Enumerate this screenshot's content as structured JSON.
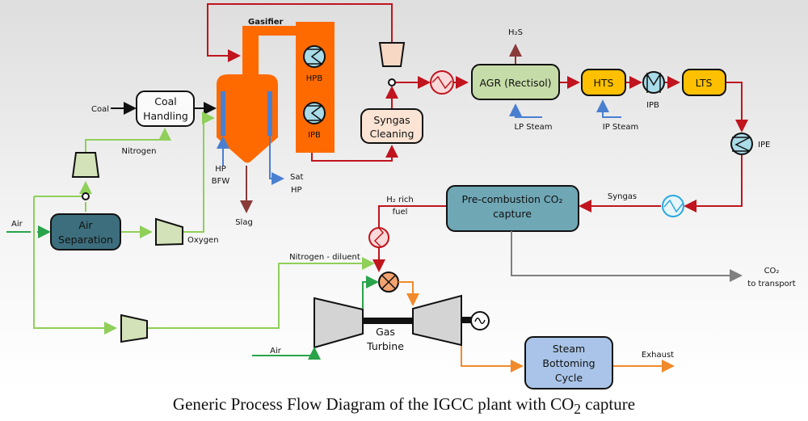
{
  "title": "Gasifier",
  "caption": {
    "main": "Generic Process Flow Diagram of the IGCC plant with CO",
    "sub": "2",
    "end": " capture"
  },
  "blocks": {
    "coal_handling": [
      "Coal",
      "Handling"
    ],
    "air_separation": [
      "Air",
      "Separation"
    ],
    "syngas_cleaning": [
      "Syngas",
      "Cleaning"
    ],
    "agr": "AGR (Rectisol)",
    "hts": "HTS",
    "lts": "LTS",
    "precomb": [
      "Pre-combustion CO₂",
      "capture"
    ],
    "steam_bottoming": [
      "Steam",
      "Bottoming",
      "Cycle"
    ],
    "gas_turbine": [
      "Gas",
      "Turbine"
    ]
  },
  "labels": {
    "coal": "Coal",
    "nitrogen": "Nitrogen",
    "air1": "Air",
    "oxygen": "Oxygen",
    "hp_bfw": [
      "HP",
      "BFW"
    ],
    "sat_hp": [
      "Sat",
      "HP"
    ],
    "slag": "Slag",
    "hpb": "HPB",
    "ipb_gas": "IPB",
    "h2s": "H₂S",
    "lp_steam": "LP Steam",
    "ip_steam": "IP Steam",
    "ipb": "IPB",
    "ipe": "IPE",
    "syngas": "Syngas",
    "h2_rich": [
      "H₂ rich",
      "fuel"
    ],
    "nitrogen_diluent": "Nitrogen - diluent",
    "co2_transport": [
      "CO₂",
      "to transport"
    ],
    "air2": "Air",
    "exhaust": "Exhaust"
  },
  "colors": {
    "syngas": "#c0141e",
    "water": "#4a7fd0",
    "n2": "#8fcf5a",
    "air": "#2aa34a",
    "exhaust": "#f08a2a",
    "co2": "#808080",
    "gasifier": "#ff6a00"
  }
}
